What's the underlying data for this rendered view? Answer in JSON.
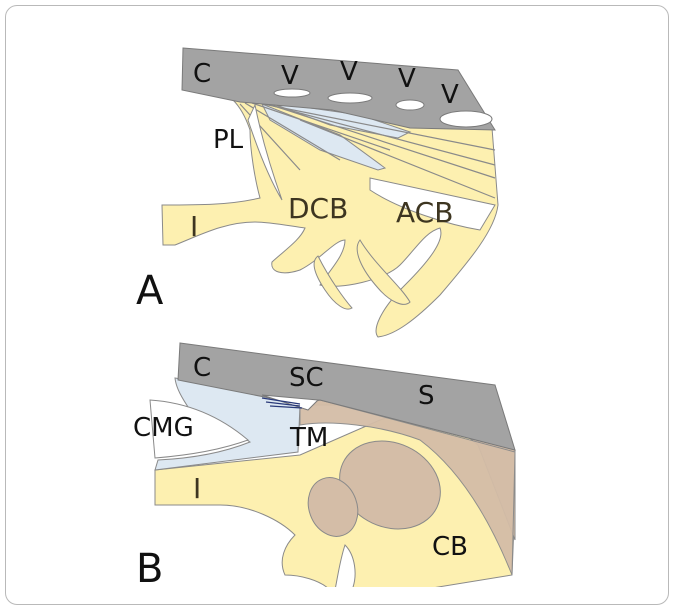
{
  "figure": {
    "panel_a": {
      "panel_label": "A",
      "labels": {
        "c": "C",
        "v1": "V",
        "v2": "V",
        "v3": "V",
        "v4": "V",
        "pl": "PL",
        "i": "I",
        "dcb": "DCB",
        "acb": "ACB"
      }
    },
    "panel_b": {
      "panel_label": "B",
      "labels": {
        "c": "C",
        "sc": "SC",
        "s": "S",
        "cmg": "CMG",
        "tm": "TM",
        "i": "I",
        "cb": "CB"
      }
    }
  },
  "colors": {
    "cartilage_gray": "#a3a3a3",
    "bone_yellow": "#fdf0b0",
    "ligament_blue": "#dde8f2",
    "muscle_tan": "#d4bda7",
    "outline": "#8a8a8a"
  }
}
